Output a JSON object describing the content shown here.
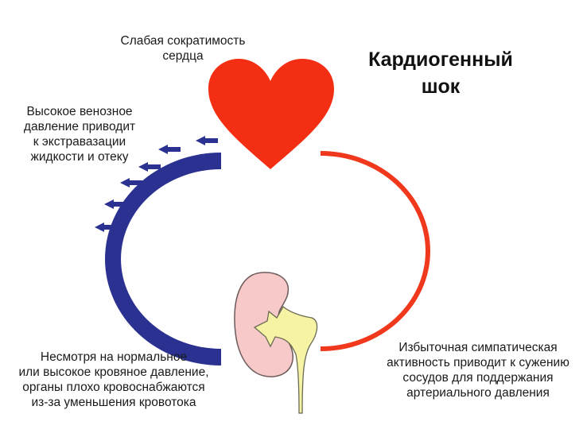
{
  "title": {
    "line1": "Кардиогенный",
    "line2": "шок"
  },
  "labels": {
    "heart": [
      "Слабая сократимость",
      "сердца"
    ],
    "venous": [
      "Высокое венозное",
      "давление приводит",
      "к экстравазации",
      "жидкости и отеку"
    ],
    "organs": [
      "Несмотря на нормальное",
      "или высокое кровяное давление,",
      "органы плохо кровоснабжаются",
      "из-за уменьшения кровотока"
    ],
    "sympathetic": [
      "Избыточная симпатическая",
      "активность приводит к сужению",
      "сосудов для поддержания",
      "артериального давления"
    ]
  },
  "colors": {
    "heart": "#f42e12",
    "arterial": "#f0391c",
    "venous": "#2b3191",
    "arrow": "#2b3191",
    "kidney": "#f8c9c9",
    "kidney_outline": "#6b5a5a",
    "ureter": "#f6f3a4",
    "ureter_outline": "#6b6b55"
  },
  "icons": {
    "heart": "heart-icon",
    "kidney": "kidney-icon",
    "arrow": "left-arrow-icon"
  }
}
